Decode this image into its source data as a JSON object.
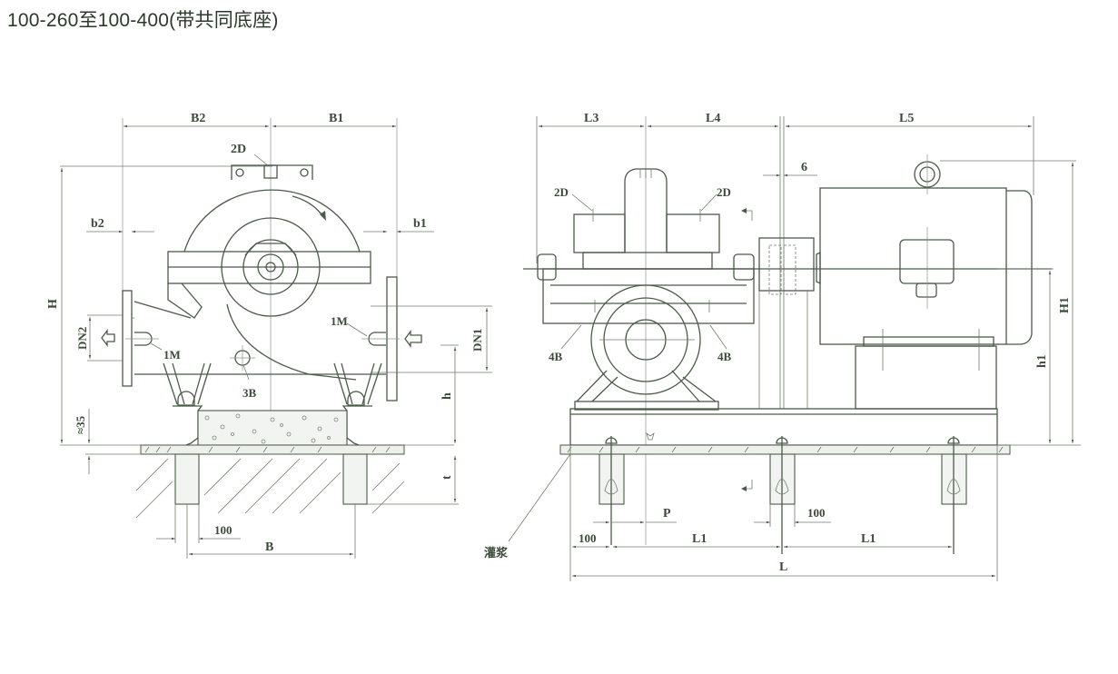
{
  "title": "100-260至100-400(带共同底座)",
  "front_view": {
    "dimensions": {
      "B2": "B2",
      "B1": "B1",
      "b2": "b2",
      "b1": "b1",
      "H": "H",
      "DN2": "DN2",
      "DN1": "DN1",
      "h": "h",
      "approx35": "≈35",
      "t": "t",
      "d100": "100",
      "B": "B"
    },
    "callouts": {
      "top_port": "2D",
      "left_port": "1M",
      "right_port": "1M",
      "drain": "3B"
    }
  },
  "side_view": {
    "dimensions": {
      "L3": "L3",
      "L4": "L4",
      "L5": "L5",
      "gap": "6",
      "H1": "H1",
      "h1": "h1",
      "P": "P",
      "d100_left": "100",
      "d100_mid": "100",
      "L1_left": "L1",
      "L1_right": "L1",
      "L": "L"
    },
    "callouts": {
      "left_2D": "2D",
      "right_2D": "2D",
      "left_4B": "4B",
      "right_4B": "4B",
      "grout": "灌浆"
    }
  }
}
